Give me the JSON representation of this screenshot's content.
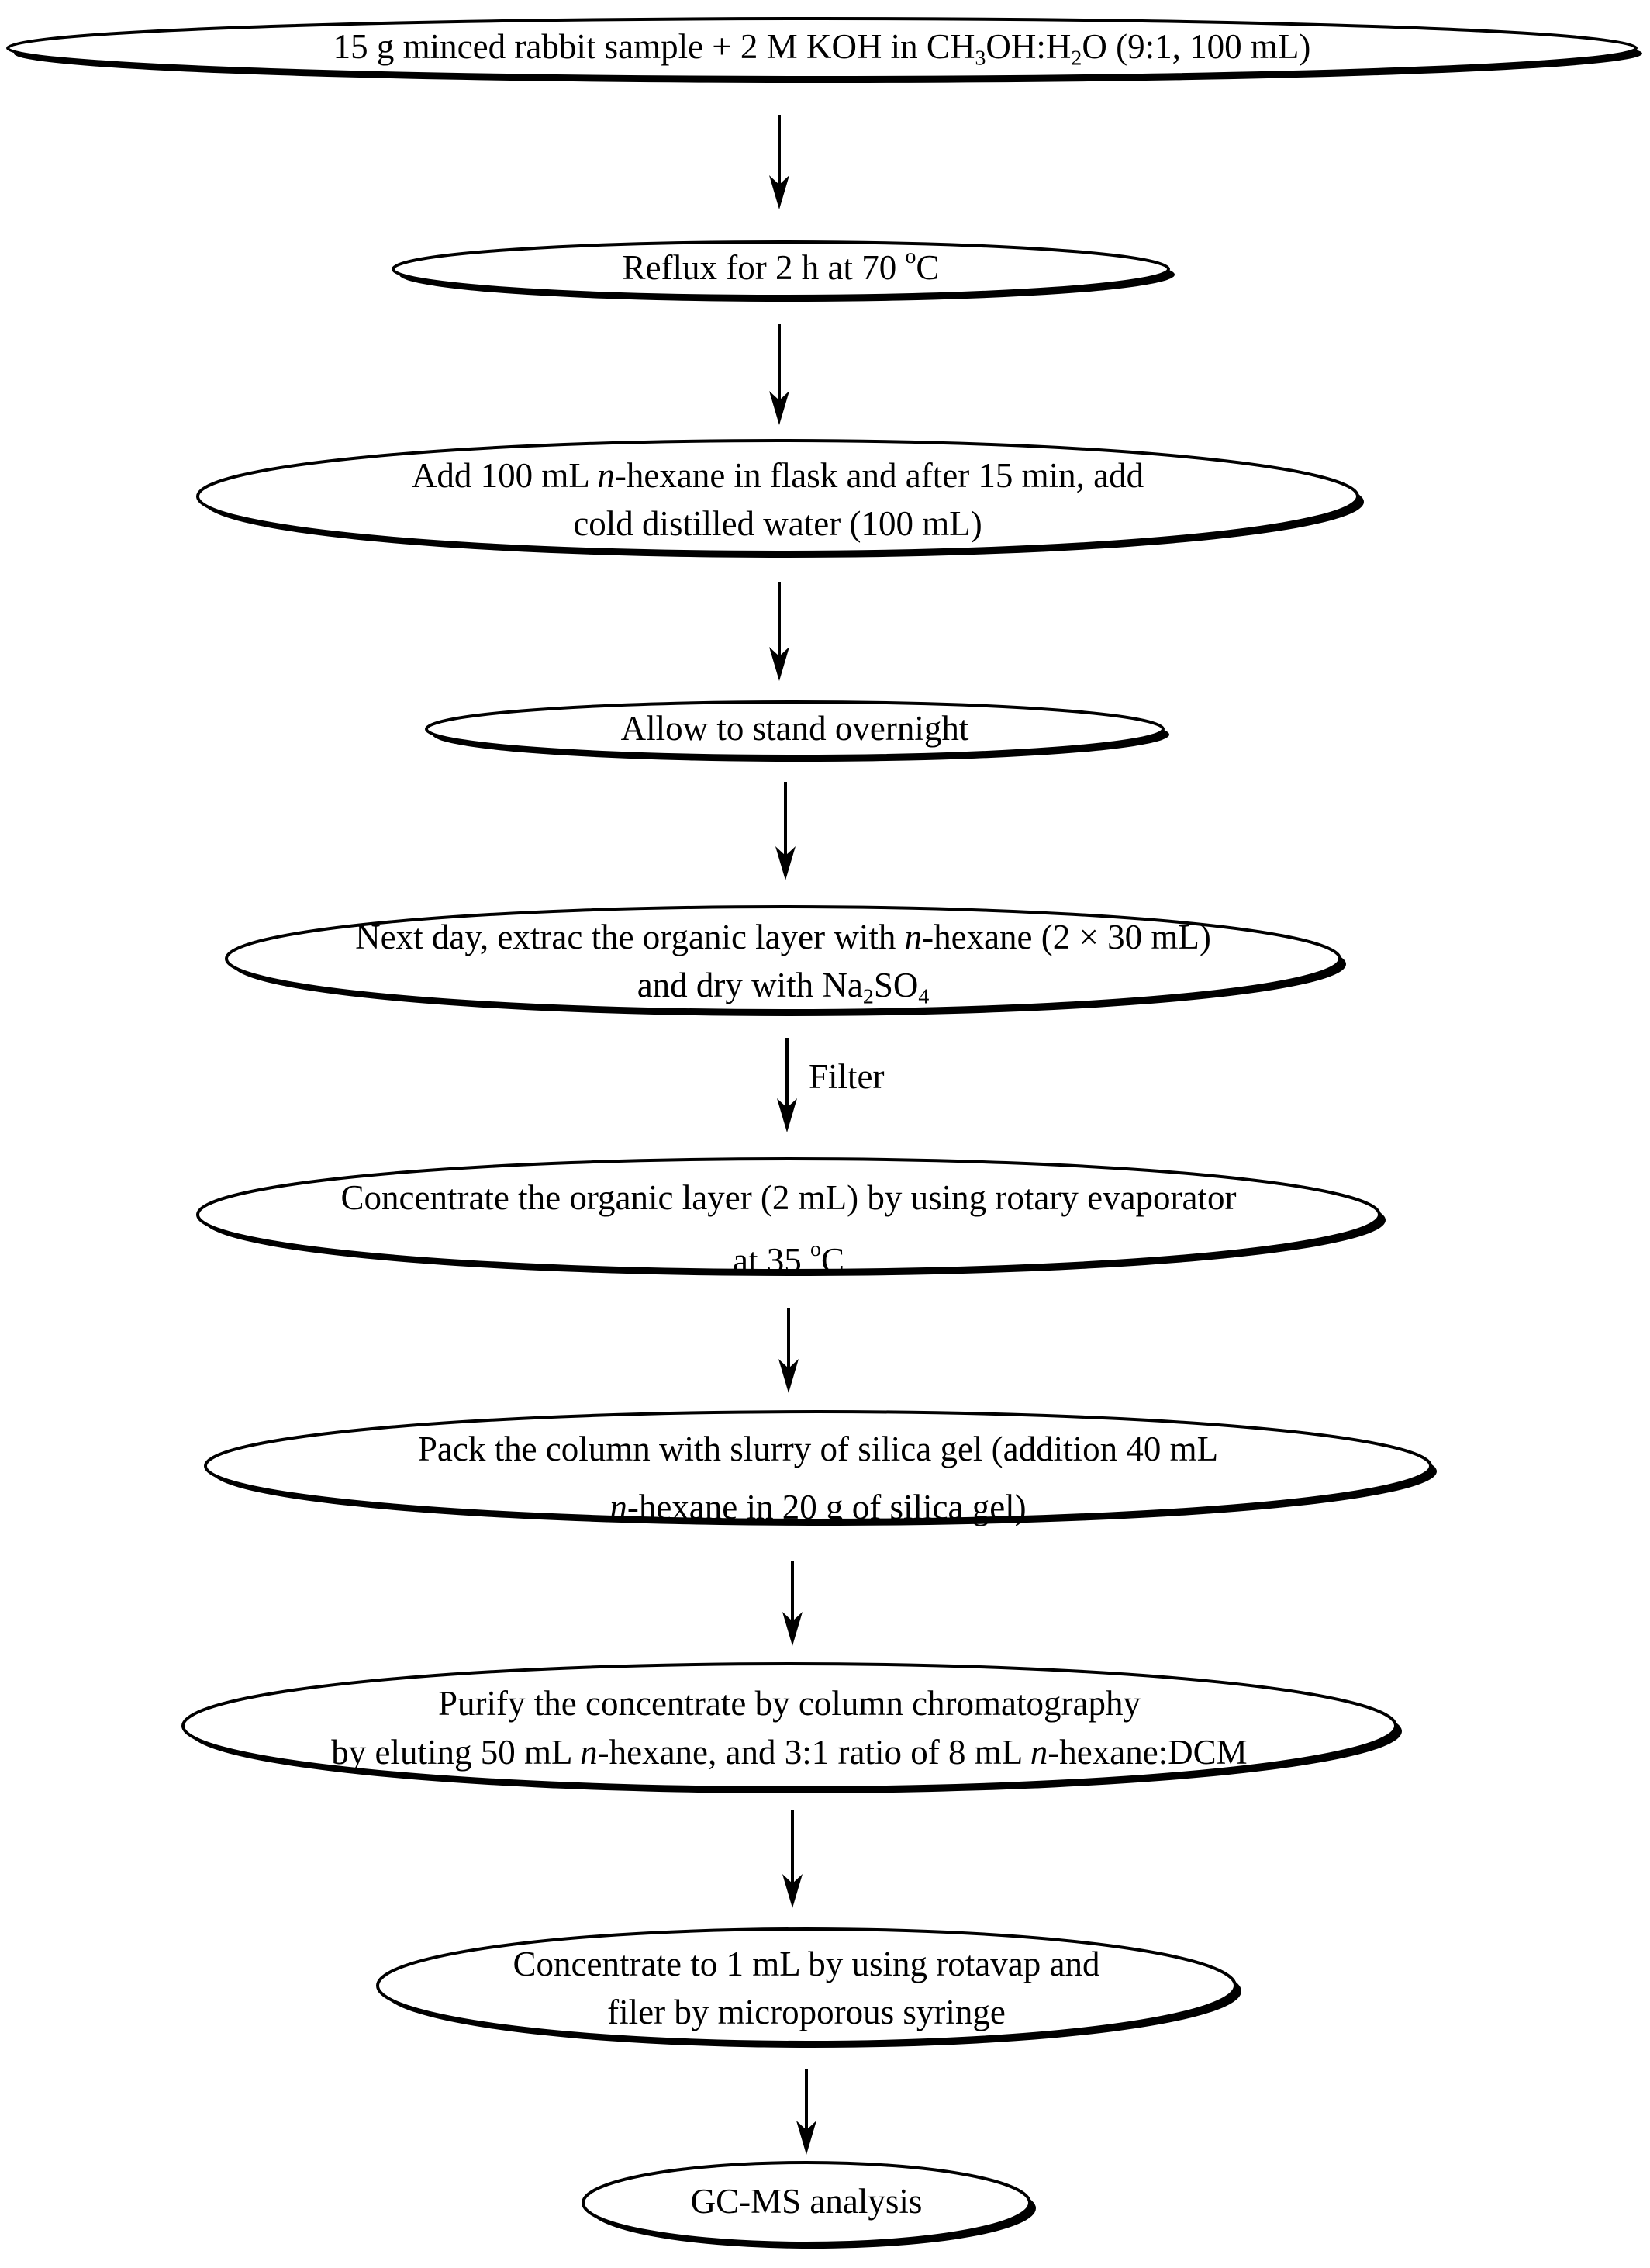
{
  "diagram": {
    "type": "flowchart",
    "nodes": [
      {
        "id": "n1",
        "lines": [
          [
            {
              "t": "15 g minced rabbit sample  + 2 M KOH in CH"
            },
            {
              "t": "3",
              "f": "sub"
            },
            {
              "t": "OH:H"
            },
            {
              "t": "2",
              "f": "sub"
            },
            {
              "t": "O (9:1, 100 mL)"
            }
          ]
        ]
      },
      {
        "id": "n2",
        "lines": [
          [
            {
              "t": "Reflux for 2 h at 70 "
            },
            {
              "t": "o",
              "f": "sup"
            },
            {
              "t": "C"
            }
          ]
        ]
      },
      {
        "id": "n3",
        "lines": [
          [
            {
              "t": "Add 100 mL "
            },
            {
              "t": "n",
              "f": "i"
            },
            {
              "t": "-hexane in flask and after 15 min, add"
            }
          ],
          [
            {
              "t": "cold distilled water (100 mL)"
            }
          ]
        ]
      },
      {
        "id": "n4",
        "lines": [
          [
            {
              "t": "Allow to stand overnight"
            }
          ]
        ]
      },
      {
        "id": "n5",
        "lines": [
          [
            {
              "t": "Next day, extrac the organic layer with "
            },
            {
              "t": "n",
              "f": "i"
            },
            {
              "t": "-hexane (2 × 30 mL)"
            }
          ],
          [
            {
              "t": "and dry with Na"
            },
            {
              "t": "2",
              "f": "sub"
            },
            {
              "t": "SO"
            },
            {
              "t": "4",
              "f": "sub"
            }
          ]
        ]
      },
      {
        "id": "n6",
        "lines": [
          [
            {
              "t": "Concentrate the organic layer (2 mL) by using rotary evaporator"
            }
          ],
          [
            {
              "t": "at 35 "
            },
            {
              "t": "o",
              "f": "sup"
            },
            {
              "t": "C"
            }
          ]
        ]
      },
      {
        "id": "n7",
        "lines": [
          [
            {
              "t": "Pack the column with slurry of silica gel (addition 40 mL"
            }
          ],
          [
            {
              "t": "n",
              "f": "i"
            },
            {
              "t": "-hexane in 20 g of silica gel)"
            }
          ]
        ]
      },
      {
        "id": "n8",
        "lines": [
          [
            {
              "t": "Purify the concentrate by column chromatography"
            }
          ],
          [
            {
              "t": "by eluting 50 mL "
            },
            {
              "t": "n",
              "f": "i"
            },
            {
              "t": "-hexane, and 3:1 ratio of  8 mL  "
            },
            {
              "t": "n",
              "f": "i"
            },
            {
              "t": "-hexane:DCM"
            }
          ]
        ]
      },
      {
        "id": "n9",
        "lines": [
          [
            {
              "t": "Concentrate to 1 mL by using rotavap and"
            }
          ],
          [
            {
              "t": "filer by microporous syringe"
            }
          ]
        ]
      },
      {
        "id": "n10",
        "lines": [
          [
            {
              "t": "GC-MS analysis"
            }
          ]
        ]
      }
    ],
    "edges": [
      {
        "from": "n1",
        "to": "n2",
        "label": ""
      },
      {
        "from": "n2",
        "to": "n3",
        "label": ""
      },
      {
        "from": "n3",
        "to": "n4",
        "label": ""
      },
      {
        "from": "n4",
        "to": "n5",
        "label": ""
      },
      {
        "from": "n5",
        "to": "n6",
        "label": "Filter"
      },
      {
        "from": "n6",
        "to": "n7",
        "label": ""
      },
      {
        "from": "n7",
        "to": "n8",
        "label": ""
      },
      {
        "from": "n8",
        "to": "n9",
        "label": ""
      },
      {
        "from": "n9",
        "to": "n10",
        "label": ""
      }
    ],
    "colors": {
      "stroke": "#000000",
      "fill": "#ffffff",
      "text": "#000000"
    }
  }
}
